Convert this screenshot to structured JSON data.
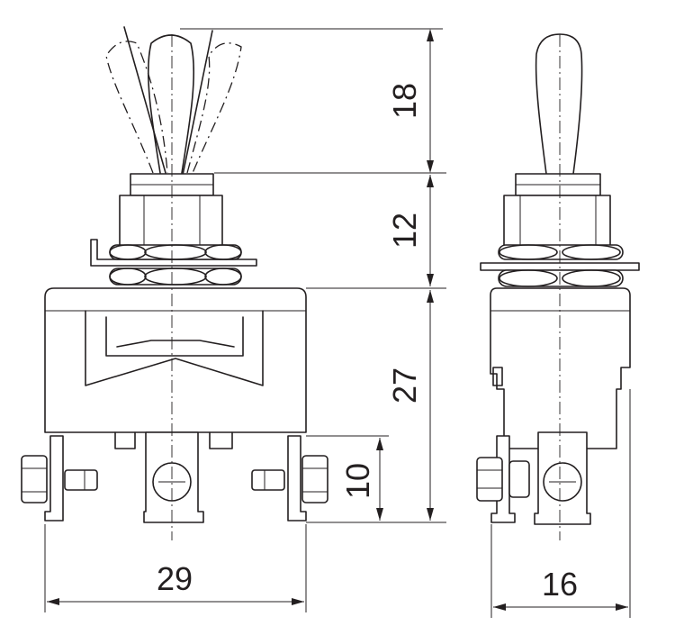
{
  "dimensions": {
    "lever_height": "18",
    "bushing_height": "12",
    "body_height": "27",
    "terminal_height": "10",
    "body_width": "29",
    "side_width": "16"
  }
}
